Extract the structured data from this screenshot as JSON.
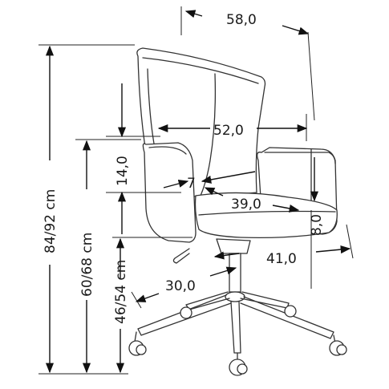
{
  "dimensions": {
    "total_width": "58,0",
    "seat_width": "52,0",
    "armrest_height": "14,0",
    "backrest_angle": "7",
    "seat_depth": "39,0",
    "seat_thickness": "8,0",
    "base_depth": "41,0",
    "base_radius": "30,0",
    "total_height": "84/92 cm",
    "armrest_floor_height": "60/68 cm",
    "seat_height": "46/54 cm"
  }
}
